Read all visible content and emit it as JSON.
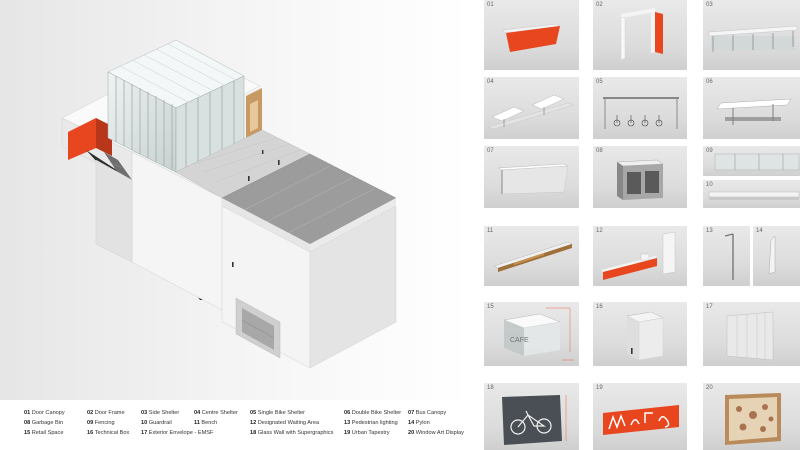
{
  "legend": [
    {
      "num": "01",
      "label": "Door Canopy"
    },
    {
      "num": "02",
      "label": "Door Frame"
    },
    {
      "num": "03",
      "label": "Side Shelter"
    },
    {
      "num": "04",
      "label": "Centre Shelter"
    },
    {
      "num": "05",
      "label": "Single Bike Shelter"
    },
    {
      "num": "06",
      "label": "Double Bike Shelter"
    },
    {
      "num": "07",
      "label": "Bus Canopy"
    },
    {
      "num": "08",
      "label": "Garbage Bin"
    },
    {
      "num": "09",
      "label": "Fencing"
    },
    {
      "num": "10",
      "label": "Guardrail"
    },
    {
      "num": "11",
      "label": "Bench"
    },
    {
      "num": "12",
      "label": "Designated Waiting Area"
    },
    {
      "num": "13",
      "label": "Pedestrian lighting"
    },
    {
      "num": "14",
      "label": "Pylon"
    },
    {
      "num": "15",
      "label": "Retail Space"
    },
    {
      "num": "16",
      "label": "Technical Box"
    },
    {
      "num": "17",
      "label": "Exterior Envelope - EMSF"
    },
    {
      "num": "18",
      "label": "Glass Wall with Supergraphics"
    },
    {
      "num": "19",
      "label": "Urban Tapestry"
    },
    {
      "num": "20",
      "label": "Window Art Display"
    }
  ],
  "tiles": {
    "t01": "01",
    "t02": "02",
    "t03": "03",
    "t04": "04",
    "t05": "05",
    "t06": "06",
    "t07": "07",
    "t08": "08",
    "t09": "09",
    "t10": "10",
    "t11": "11",
    "t12": "12",
    "t13": "13",
    "t14": "14",
    "t15": "15",
    "t16": "16",
    "t17": "17",
    "t18": "18",
    "t19": "19",
    "t20": "20"
  },
  "cafe_sign": "CAFE",
  "accent_color": "#e8461e"
}
